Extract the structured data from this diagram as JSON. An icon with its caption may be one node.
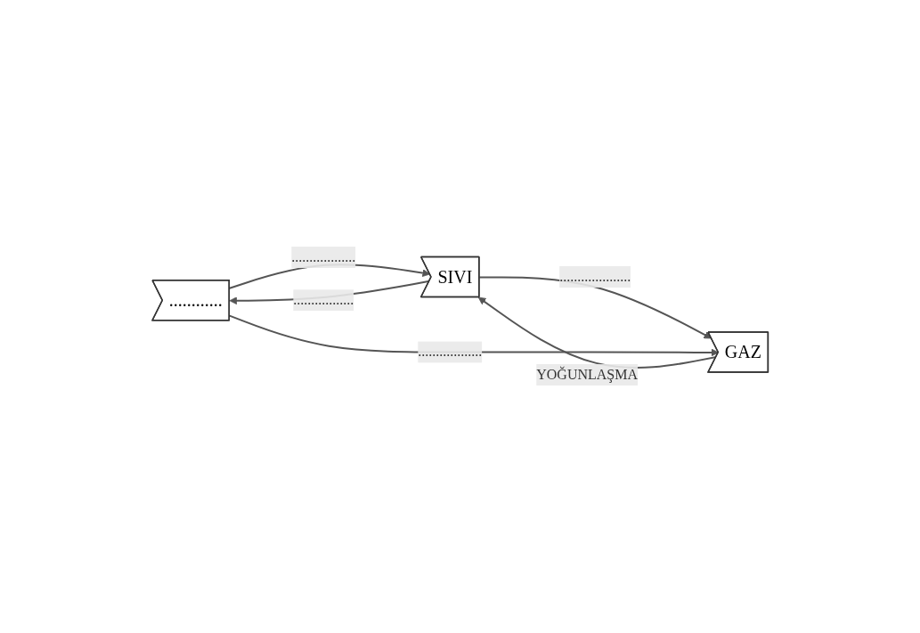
{
  "diagram": {
    "nodes": [
      {
        "text": [
          "............"
        ]
      },
      {
        "text": [
          "SIVI"
        ]
      },
      {
        "text": [
          "GAZ"
        ]
      }
    ],
    "edges": [
      {
        "from": 1,
        "to": 0,
        "arrow": "to",
        "label": "................."
      },
      {
        "from": 2,
        "to": 1,
        "arrow": "to",
        "label": "YOĞUNLAŞMA"
      },
      {
        "from": 0,
        "to": 1,
        "arrow": "to",
        "label": ".................."
      },
      {
        "from": 1,
        "to": 2,
        "arrow": "to",
        "label": "...................."
      },
      {
        "from": 0,
        "to": 2,
        "arrow": "to",
        "label": ".................."
      }
    ]
  }
}
